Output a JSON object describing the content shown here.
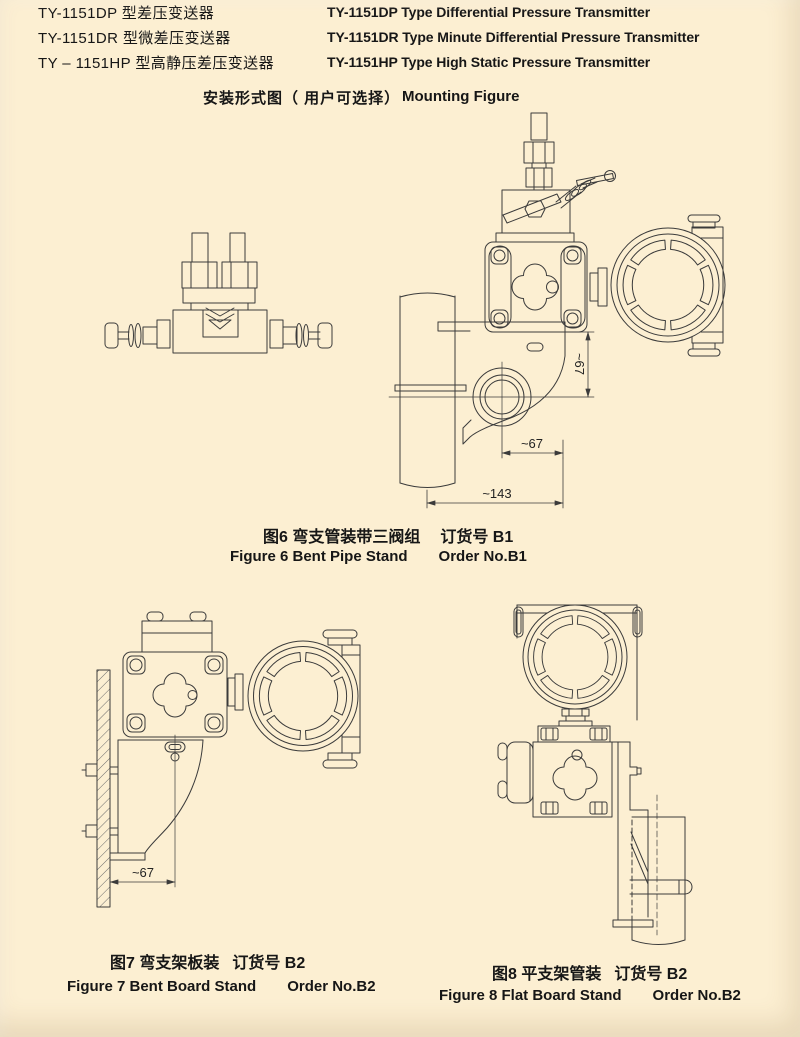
{
  "page": {
    "background_color": "#fcefd2",
    "line_color": "#3b3b3b"
  },
  "header": {
    "models": [
      {
        "cn": "TY-1151DP 型差压变送器",
        "en": "TY-1151DP Type Differential Pressure Transmitter"
      },
      {
        "cn": "TY-1151DR 型微差压变送器",
        "en": "TY-1151DR Type Minute Differential Pressure Transmitter"
      },
      {
        "cn": "TY – 1151HP 型高静压差压变送器",
        "en": "TY-1151HP Type High Static Pressure Transmitter"
      }
    ]
  },
  "section": {
    "title_cn": "安装形式图（ 用户可选择）",
    "title_en": "Mounting Figure"
  },
  "figures": {
    "fig6": {
      "caption_cn": "图6 弯支管装带三阀组",
      "order_cn": "订货号 B1",
      "caption_en": "Figure 6 Bent Pipe Stand",
      "order_en": "Order No.B1",
      "dims": {
        "height": "~67",
        "offset": "~67",
        "width": "~143"
      }
    },
    "fig7": {
      "caption_cn": "图7 弯支架板装",
      "order_cn": "订货号 B2",
      "caption_en": "Figure 7 Bent Board Stand",
      "order_en": "Order No.B2",
      "dims": {
        "offset": "~67"
      }
    },
    "fig8": {
      "caption_cn": "图8 平支架管装",
      "order_cn": "订货号 B2",
      "caption_en": "Figure 8 Flat Board Stand",
      "order_en": "Order No.B2"
    }
  }
}
